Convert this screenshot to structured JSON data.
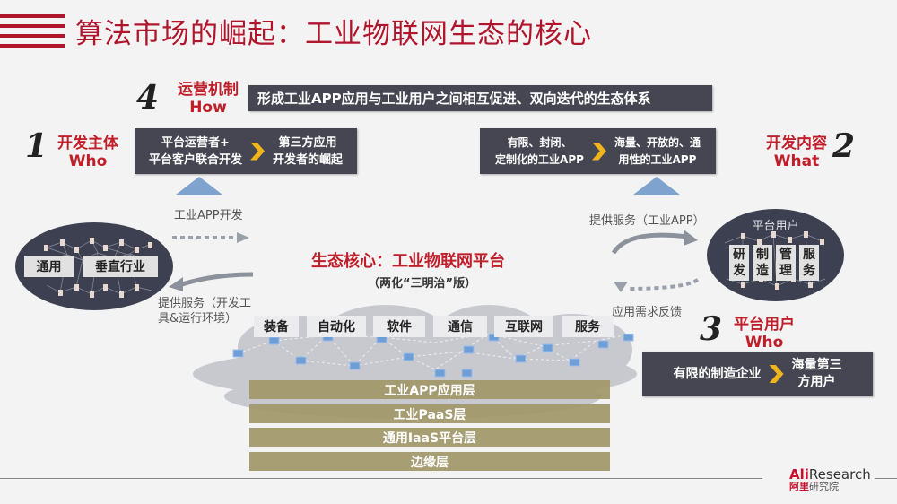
{
  "header": {
    "title": "算法市场的崛起：工业物联网生态的核心"
  },
  "section4": {
    "number": "4",
    "label_cn": "运营机制",
    "label_en": "How",
    "box_text": "形成工业APP应用与工业用户之间相互促进、双向迭代的生态体系"
  },
  "section1": {
    "number": "1",
    "label_cn": "开发主体",
    "label_en": "Who",
    "from_line1": "平台运营者+",
    "from_line2": "平台客户联合开发",
    "to_line1": "第三方应用",
    "to_line2": "开发者的崛起"
  },
  "section2": {
    "number": "2",
    "label_cn": "开发内容",
    "label_en": "What",
    "from_line1": "有限、封闭、",
    "from_line2": "定制化的工业APP",
    "to_line1": "海量、开放的、通",
    "to_line2": "用性的工业APP"
  },
  "section3": {
    "number": "3",
    "label_cn": "平台用户",
    "label_en": "Who",
    "from_text": "有限的制造企业",
    "to_line1": "海量第三",
    "to_line2": "方用户"
  },
  "left_ellipse": {
    "labels": [
      "通用",
      "垂直行业"
    ]
  },
  "right_ellipse": {
    "title": "平台用户",
    "labels": [
      {
        "top": "研",
        "bottom": "发"
      },
      {
        "top": "制",
        "bottom": "造"
      },
      {
        "top": "管",
        "bottom": "理"
      },
      {
        "top": "服",
        "bottom": "务"
      }
    ]
  },
  "arrows": {
    "left_top": "工业APP开发",
    "left_bottom_line1": "提供服务（开发工",
    "left_bottom_line2": "具&运行环境）",
    "right_top": "提供服务（工业APP）",
    "right_bottom": "应用需求反馈"
  },
  "core": {
    "title": "生态核心：工业物联网平台",
    "subtitle": "（两化“三明治”版）",
    "categories": [
      "装备",
      "自动化",
      "软件",
      "通信",
      "互联网",
      "服务"
    ],
    "layers": [
      "工业APP应用层",
      "工业PaaS层",
      "通用IaaS平台层",
      "边缘层"
    ]
  },
  "footer": {
    "logo_ali": "Ali",
    "logo_research": "Research",
    "logo_cn_red": "阿里",
    "logo_cn": "研究院"
  },
  "colors": {
    "title_red": "#b0152c",
    "label_red": "#c01f2a",
    "dark_box": "#454652",
    "chevron": "#f0b41c",
    "layer_gold": "#a3996c",
    "node_blue": "#6f9ed6",
    "triangle_blue": "#7fa3cf"
  }
}
